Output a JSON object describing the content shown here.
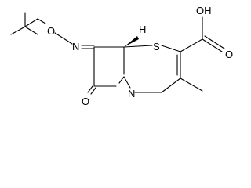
{
  "molecule": {
    "atoms": {
      "oxime_oxygen": "O",
      "oxime_nitrogen": "N",
      "ring_sulfur": "S",
      "ring_nitrogen": "N",
      "lactam_oxygen": "O",
      "acid_hydroxyl": "OH",
      "acid_carbonyl_oxygen": "O"
    },
    "stereo_hydrogen": "H"
  }
}
